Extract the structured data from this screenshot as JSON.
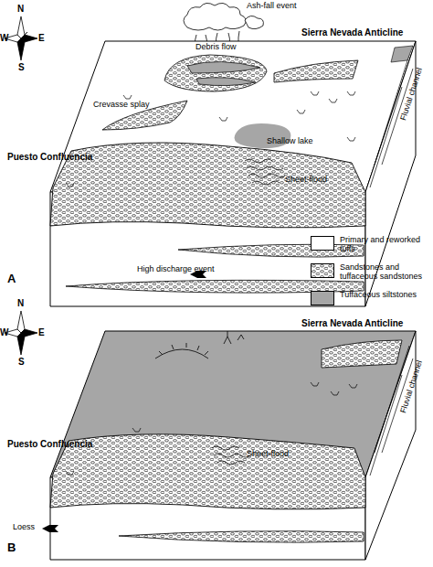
{
  "diagram": {
    "labels": [
      "N",
      "W",
      "E",
      "S",
      "Ash-fall event",
      "Sierra Nevada Anticline",
      "Debris flow",
      "Crevasse splay",
      "Shallow lake",
      "Puesto Confluencia",
      "Sheet-flood",
      "Fluvial channel",
      "High discharge event",
      "A",
      "N",
      "W",
      "E",
      "S",
      "Sierra Nevada Anticline",
      "Puesto Confluencia",
      "Sheet-flood",
      "Fluvial channel",
      "Loess",
      "B"
    ],
    "legend": [
      {
        "text": "Primary and reworked tuffs",
        "color": "#ffffff"
      },
      {
        "text": "Sandstones and tuffaceous sandstones"
      },
      {
        "text": "Tuffaceous siltstones",
        "color": "#a6a6a6"
      }
    ]
  }
}
